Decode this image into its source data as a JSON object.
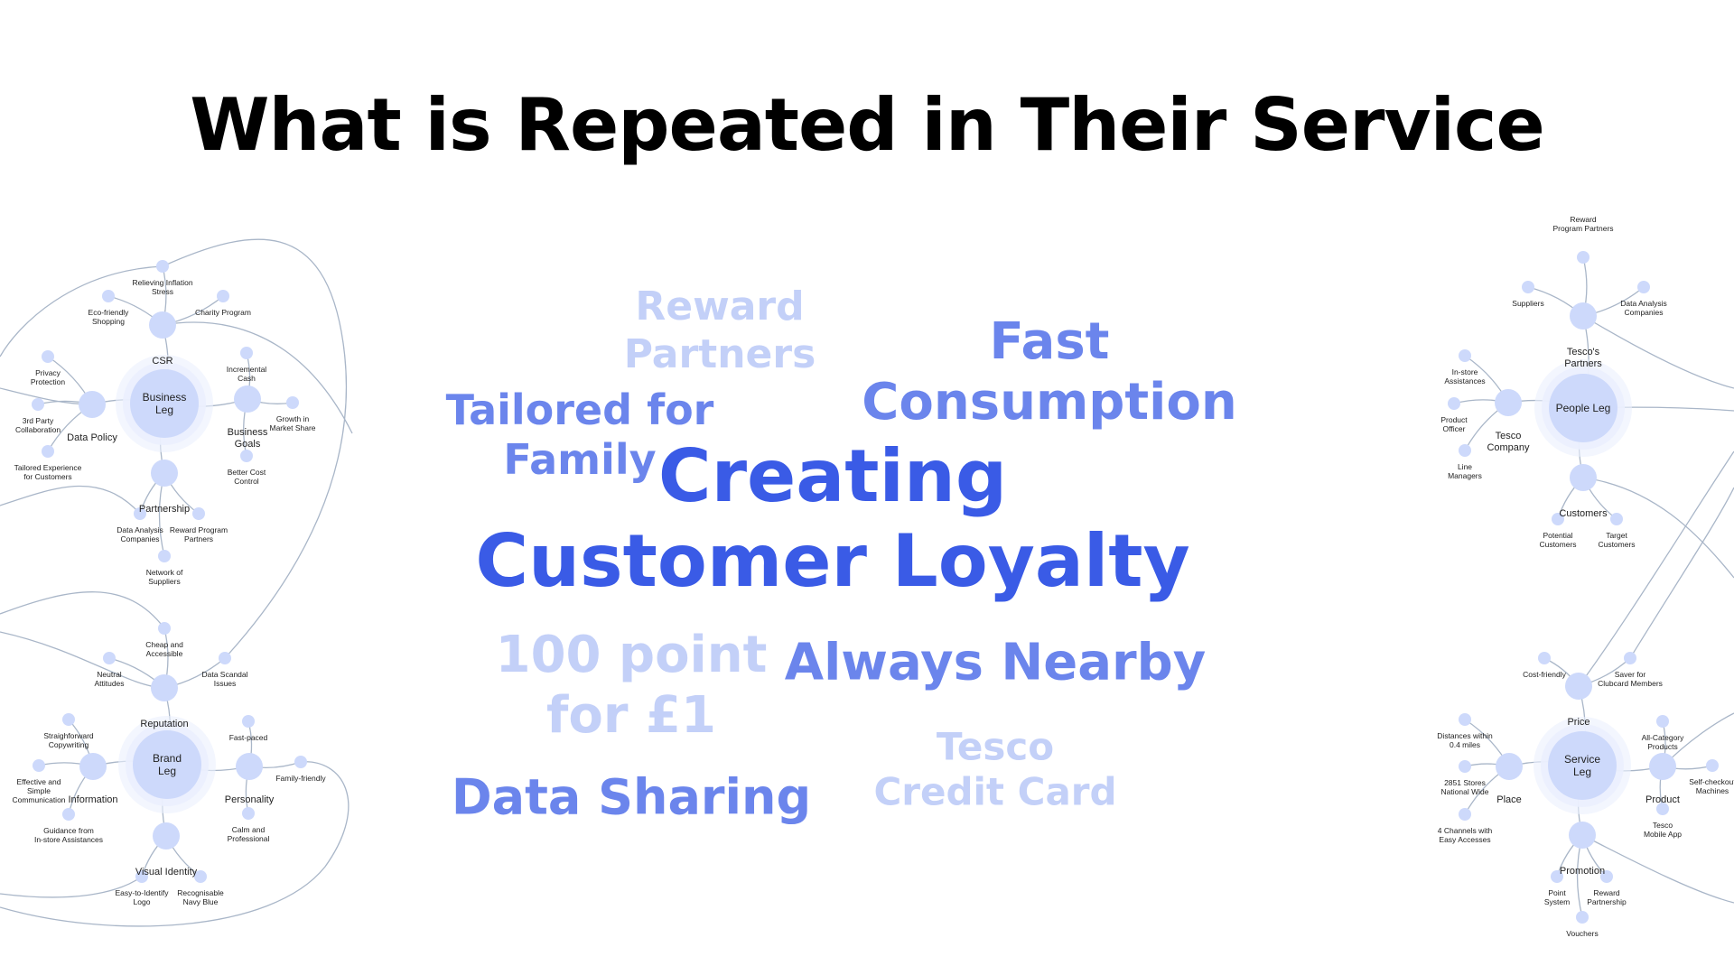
{
  "title": "What is Repeated in Their Service",
  "colors": {
    "strong": "#3a5be6",
    "medium": "#6b85ec",
    "light": "#c3d0f8",
    "node": "#cdd9fb",
    "node_halo": "#ebf0fe",
    "edge": "#a9b6c8"
  },
  "word_cloud": [
    {
      "id": "reward-partners",
      "text": "Reward\nPartners",
      "tone": "light",
      "size": 44
    },
    {
      "id": "fast-consumption",
      "text": "Fast\nConsumption",
      "tone": "medium",
      "size": 56
    },
    {
      "id": "tailored-family",
      "text": "Tailored for\nFamily",
      "tone": "medium",
      "size": 46
    },
    {
      "id": "creating",
      "text": "Creating",
      "tone": "strong",
      "size": 80
    },
    {
      "id": "customer-loyalty",
      "text": "Customer Loyalty",
      "tone": "strong",
      "size": 80
    },
    {
      "id": "100-point",
      "text": "100 point\nfor £1",
      "tone": "light",
      "size": 56
    },
    {
      "id": "always-nearby",
      "text": "Always Nearby",
      "tone": "medium",
      "size": 56
    },
    {
      "id": "tesco-credit-card",
      "text": "Tesco\nCredit Card",
      "tone": "light",
      "size": 42
    },
    {
      "id": "data-sharing",
      "text": "Data Sharing",
      "tone": "medium",
      "size": 54
    }
  ],
  "nodes": [
    {
      "id": "business-leg",
      "label": "Business\nLeg",
      "size": "hub"
    },
    {
      "id": "csr",
      "label": "CSR",
      "size": "mid"
    },
    {
      "id": "relieving-inflation",
      "label": "Relieving Inflation\nStress",
      "size": "small"
    },
    {
      "id": "eco-friendly",
      "label": "Eco-friendly\nShopping",
      "size": "small"
    },
    {
      "id": "charity-program",
      "label": "Charity Program",
      "size": "small"
    },
    {
      "id": "data-policy",
      "label": "Data Policy",
      "size": "mid"
    },
    {
      "id": "privacy-protection",
      "label": "Privacy\nProtection",
      "size": "small"
    },
    {
      "id": "third-party",
      "label": "3rd Party\nCollaboration",
      "size": "small"
    },
    {
      "id": "tailored-experience",
      "label": "Tailored Experience\nfor Customers",
      "size": "small"
    },
    {
      "id": "business-goals",
      "label": "Business\nGoals",
      "size": "mid"
    },
    {
      "id": "incremental-cash",
      "label": "Incremental\nCash",
      "size": "small"
    },
    {
      "id": "growth-market",
      "label": "Growth in\nMarket Share",
      "size": "small"
    },
    {
      "id": "better-cost",
      "label": "Better Cost\nControl",
      "size": "small"
    },
    {
      "id": "partnership",
      "label": "Partnership",
      "size": "mid"
    },
    {
      "id": "data-analysis-l",
      "label": "Data Analysis\nCompanies",
      "size": "small"
    },
    {
      "id": "reward-program-l",
      "label": "Reward Program\nPartners",
      "size": "small"
    },
    {
      "id": "network-suppliers",
      "label": "Network of\nSuppliers",
      "size": "small"
    },
    {
      "id": "brand-leg",
      "label": "Brand\nLeg",
      "size": "hub"
    },
    {
      "id": "reputation",
      "label": "Reputation",
      "size": "mid"
    },
    {
      "id": "cheap-accessible",
      "label": "Cheap and\nAccessible",
      "size": "small"
    },
    {
      "id": "neutral-attitudes",
      "label": "Neutral\nAttitudes",
      "size": "small"
    },
    {
      "id": "data-scandal",
      "label": "Data Scandal\nIssues",
      "size": "small"
    },
    {
      "id": "information",
      "label": "Information",
      "size": "mid"
    },
    {
      "id": "straightforward",
      "label": "Straighforward\nCopywriting",
      "size": "small"
    },
    {
      "id": "effective-comm",
      "label": "Effective and\nSimple\nCommunication",
      "size": "small"
    },
    {
      "id": "guidance",
      "label": "Guidance from\nIn-store Assistances",
      "size": "small"
    },
    {
      "id": "personality",
      "label": "Personality",
      "size": "mid"
    },
    {
      "id": "fast-paced",
      "label": "Fast-paced",
      "size": "small"
    },
    {
      "id": "family-friendly",
      "label": "Family-friendly",
      "size": "small"
    },
    {
      "id": "calm-professional",
      "label": "Calm and\nProfessional",
      "size": "small"
    },
    {
      "id": "visual-identity",
      "label": "Visual Identity",
      "size": "mid"
    },
    {
      "id": "easy-logo",
      "label": "Easy-to-Identify\nLogo",
      "size": "small"
    },
    {
      "id": "navy-blue",
      "label": "Recognisable\nNavy Blue",
      "size": "small"
    },
    {
      "id": "people-leg",
      "label": "People Leg",
      "size": "hub"
    },
    {
      "id": "tescos-partners",
      "label": "Tesco's\nPartners",
      "size": "mid"
    },
    {
      "id": "reward-program-r",
      "label": "Reward\nProgram Partners",
      "size": "small"
    },
    {
      "id": "suppliers",
      "label": "Suppliers",
      "size": "small"
    },
    {
      "id": "data-analysis-r",
      "label": "Data Analysis\nCompanies",
      "size": "small"
    },
    {
      "id": "tesco-company",
      "label": "Tesco\nCompany",
      "size": "mid"
    },
    {
      "id": "in-store-assist",
      "label": "In-store\nAssistances",
      "size": "small"
    },
    {
      "id": "product-officer",
      "label": "Product\nOfficer",
      "size": "small"
    },
    {
      "id": "line-managers",
      "label": "Line\nManagers",
      "size": "small"
    },
    {
      "id": "customers",
      "label": "Customers",
      "size": "mid"
    },
    {
      "id": "potential-customers",
      "label": "Potential\nCustomers",
      "size": "small"
    },
    {
      "id": "target-customers",
      "label": "Target\nCustomers",
      "size": "small"
    },
    {
      "id": "service-leg",
      "label": "Service\nLeg",
      "size": "hub"
    },
    {
      "id": "price",
      "label": "Price",
      "size": "mid"
    },
    {
      "id": "cost-friendly",
      "label": "Cost-friendly",
      "size": "small"
    },
    {
      "id": "saver-clubcard",
      "label": "Saver for\nClubcard Members",
      "size": "small"
    },
    {
      "id": "place",
      "label": "Place",
      "size": "mid"
    },
    {
      "id": "distances",
      "label": "Distances within\n0.4 miles",
      "size": "small"
    },
    {
      "id": "stores-2851",
      "label": "2851 Stores\nNational Wide",
      "size": "small"
    },
    {
      "id": "four-channels",
      "label": "4 Channels with\nEasy Accesses",
      "size": "small"
    },
    {
      "id": "product",
      "label": "Product",
      "size": "mid"
    },
    {
      "id": "all-category",
      "label": "All-Category\nProducts",
      "size": "small"
    },
    {
      "id": "self-checkout",
      "label": "Self-checkout\nMachines",
      "size": "small"
    },
    {
      "id": "tesco-mobile-app",
      "label": "Tesco\nMobile App",
      "size": "small"
    },
    {
      "id": "promotion",
      "label": "Promotion",
      "size": "mid"
    },
    {
      "id": "point-system",
      "label": "Point\nSystem",
      "size": "small"
    },
    {
      "id": "reward-partnership",
      "label": "Reward\nPartnership",
      "size": "small"
    },
    {
      "id": "vouchers",
      "label": "Vouchers",
      "size": "small"
    }
  ],
  "edges": [
    [
      "business-leg",
      "csr"
    ],
    [
      "csr",
      "relieving-inflation"
    ],
    [
      "csr",
      "eco-friendly"
    ],
    [
      "csr",
      "charity-program"
    ],
    [
      "business-leg",
      "data-policy"
    ],
    [
      "data-policy",
      "privacy-protection"
    ],
    [
      "data-policy",
      "third-party"
    ],
    [
      "data-policy",
      "tailored-experience"
    ],
    [
      "business-leg",
      "business-goals"
    ],
    [
      "business-goals",
      "incremental-cash"
    ],
    [
      "business-goals",
      "growth-market"
    ],
    [
      "business-goals",
      "better-cost"
    ],
    [
      "business-leg",
      "partnership"
    ],
    [
      "partnership",
      "data-analysis-l"
    ],
    [
      "partnership",
      "reward-program-l"
    ],
    [
      "partnership",
      "network-suppliers"
    ],
    [
      "brand-leg",
      "reputation"
    ],
    [
      "reputation",
      "cheap-accessible"
    ],
    [
      "reputation",
      "neutral-attitudes"
    ],
    [
      "reputation",
      "data-scandal"
    ],
    [
      "brand-leg",
      "information"
    ],
    [
      "information",
      "straightforward"
    ],
    [
      "information",
      "effective-comm"
    ],
    [
      "information",
      "guidance"
    ],
    [
      "brand-leg",
      "personality"
    ],
    [
      "personality",
      "fast-paced"
    ],
    [
      "personality",
      "family-friendly"
    ],
    [
      "personality",
      "calm-professional"
    ],
    [
      "brand-leg",
      "visual-identity"
    ],
    [
      "visual-identity",
      "easy-logo"
    ],
    [
      "visual-identity",
      "navy-blue"
    ],
    [
      "people-leg",
      "tescos-partners"
    ],
    [
      "tescos-partners",
      "reward-program-r"
    ],
    [
      "tescos-partners",
      "suppliers"
    ],
    [
      "tescos-partners",
      "data-analysis-r"
    ],
    [
      "people-leg",
      "tesco-company"
    ],
    [
      "tesco-company",
      "in-store-assist"
    ],
    [
      "tesco-company",
      "product-officer"
    ],
    [
      "tesco-company",
      "line-managers"
    ],
    [
      "people-leg",
      "customers"
    ],
    [
      "customers",
      "potential-customers"
    ],
    [
      "customers",
      "target-customers"
    ],
    [
      "service-leg",
      "price"
    ],
    [
      "price",
      "cost-friendly"
    ],
    [
      "price",
      "saver-clubcard"
    ],
    [
      "service-leg",
      "place"
    ],
    [
      "place",
      "distances"
    ],
    [
      "place",
      "stores-2851"
    ],
    [
      "place",
      "four-channels"
    ],
    [
      "service-leg",
      "product"
    ],
    [
      "product",
      "all-category"
    ],
    [
      "product",
      "self-checkout"
    ],
    [
      "product",
      "tesco-mobile-app"
    ],
    [
      "service-leg",
      "promotion"
    ],
    [
      "promotion",
      "point-system"
    ],
    [
      "promotion",
      "reward-partnership"
    ],
    [
      "promotion",
      "vouchers"
    ]
  ]
}
